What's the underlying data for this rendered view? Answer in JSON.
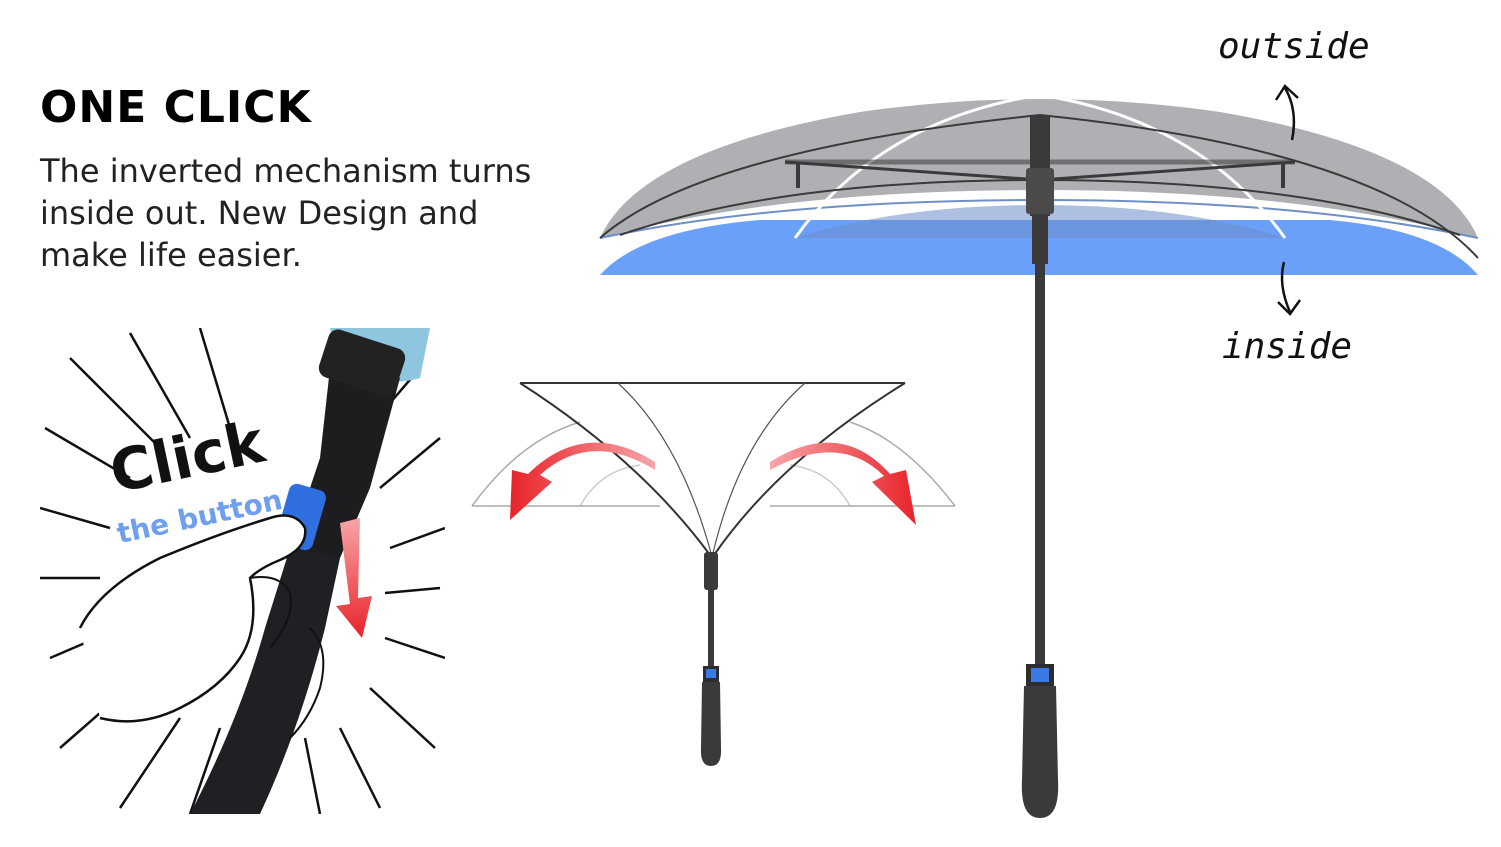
{
  "heading": {
    "title": "ONE CLICK",
    "description": "The inverted mechanism turns inside out. New Design and make life easier."
  },
  "labels": {
    "outside": "outside",
    "inside": "inside"
  },
  "click_panel": {
    "click": "Click",
    "the_button": "the button"
  },
  "colors": {
    "canopy_outside": "#a7a9ad",
    "canopy_inside": "#6aa0f7",
    "shaft": "#3a3a3a",
    "button_blue": "#3b79e6",
    "arrow_red": "#e8232a"
  }
}
